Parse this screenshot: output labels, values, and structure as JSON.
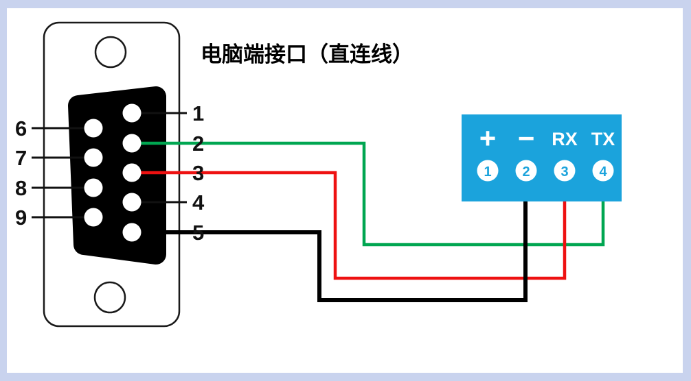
{
  "title": "电脑端接口（直连线）",
  "colors": {
    "background": "#c9d3ee",
    "canvas": "#ffffff",
    "connector_body": "#000000"
  },
  "db9": {
    "pins_right": [
      "1",
      "2",
      "3",
      "4",
      "5"
    ],
    "pins_left": [
      "6",
      "7",
      "8",
      "9"
    ]
  },
  "terminal_block": {
    "color": "#1ba3dc",
    "terminals": [
      {
        "label": "+",
        "number": "1"
      },
      {
        "label": "−",
        "number": "2"
      },
      {
        "label": "RX",
        "number": "3"
      },
      {
        "label": "TX",
        "number": "4"
      }
    ]
  },
  "wires": [
    {
      "name": "green-wire",
      "color": "#00a651",
      "from_pin": "2",
      "to_terminal": "TX (4)"
    },
    {
      "name": "red-wire",
      "color": "#ee1111",
      "from_pin": "3",
      "to_terminal": "RX (3)"
    },
    {
      "name": "black-wire",
      "color": "#000000",
      "from_pin": "5",
      "to_terminal": "− (2)"
    }
  ]
}
